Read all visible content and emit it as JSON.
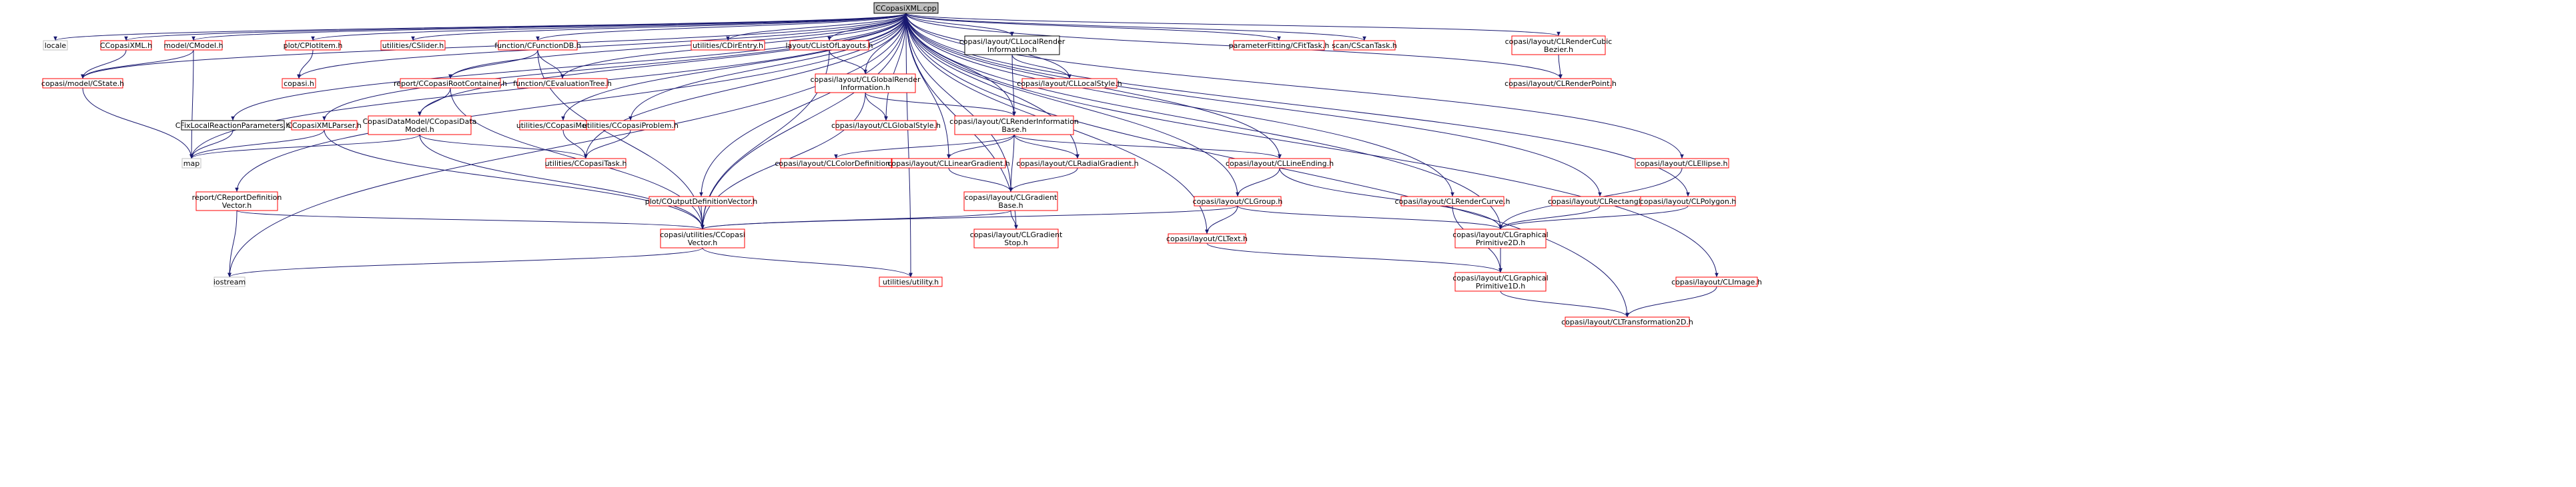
{
  "graph": {
    "colors": {
      "edge": "#191970",
      "node_red": "#ff0000",
      "node_gray": "#bfbfbf",
      "node_black": "#000000",
      "root_fill": "#bfbfbf"
    },
    "nodes": [
      {
        "id": "root",
        "label": "CCopasiXML.cpp",
        "border": "black",
        "fill": "root"
      },
      {
        "id": "locale",
        "label": "locale",
        "border": "gray"
      },
      {
        "id": "ccopasixml_h",
        "label": "CCopasiXML.h",
        "border": "red"
      },
      {
        "id": "model_cmodel",
        "label": "model/CModel.h",
        "border": "red"
      },
      {
        "id": "plot_cplotitem",
        "label": "plot/CPlotItem.h",
        "border": "red"
      },
      {
        "id": "util_cslider",
        "label": "utilities/CSlider.h",
        "border": "red"
      },
      {
        "id": "func_cfunctiondb",
        "label": "function/CFunctionDB.h",
        "border": "red"
      },
      {
        "id": "util_cdirentry",
        "label": "utilities/CDirEntry.h",
        "border": "red"
      },
      {
        "id": "layout_clistoflayouts",
        "label": "layout/CListOfLayouts.h",
        "border": "red"
      },
      {
        "id": "cl_localrenderinfo",
        "label": "copasi/layout/CLLocalRender\nInformation.h",
        "border": "black"
      },
      {
        "id": "paramfit",
        "label": "parameterFitting/CFitTask.h",
        "border": "red"
      },
      {
        "id": "scan_cscantask",
        "label": "scan/CScanTask.h",
        "border": "red"
      },
      {
        "id": "cl_rendercubic",
        "label": "copasi/layout/CLRenderCubic\nBezier.h",
        "border": "red"
      },
      {
        "id": "model_cstate",
        "label": "copasi/model/CState.h",
        "border": "red"
      },
      {
        "id": "copasi_h",
        "label": "copasi.h",
        "border": "red"
      },
      {
        "id": "report_ccopasirootcontainer",
        "label": "report/CCopasiRootContainer.h",
        "border": "red"
      },
      {
        "id": "func_cevaluationtree",
        "label": "function/CEvaluationTree.h",
        "border": "red"
      },
      {
        "id": "cl_globalrenderinfo",
        "label": "copasi/layout/CLGlobalRender\nInformation.h",
        "border": "red"
      },
      {
        "id": "cl_localstyle",
        "label": "copasi/layout/CLLocalStyle.h",
        "border": "red"
      },
      {
        "id": "cl_renderpoint",
        "label": "copasi/layout/CLRenderPoint.h",
        "border": "red"
      },
      {
        "id": "cfixlocal",
        "label": "CFixLocalReactionParameters.h",
        "border": "black"
      },
      {
        "id": "ccopasixmlparser",
        "label": "CCopasiXMLParser.h",
        "border": "red"
      },
      {
        "id": "copasidatamodel",
        "label": "CopasiDataModel/CCopasiData\nModel.h",
        "border": "red"
      },
      {
        "id": "util_ccopasimethod",
        "label": "utilities/CCopasiMethod.h",
        "border": "red"
      },
      {
        "id": "util_ccopasiproblem",
        "label": "utilities/CCopasiProblem.h",
        "border": "red"
      },
      {
        "id": "cl_globalstyle",
        "label": "copasi/layout/CLGlobalStyle.h",
        "border": "red"
      },
      {
        "id": "cl_renderinfobase",
        "label": "copasi/layout/CLRenderInformation\nBase.h",
        "border": "red"
      },
      {
        "id": "map",
        "label": "map",
        "border": "gray"
      },
      {
        "id": "util_ccopasitask",
        "label": "utilities/CCopasiTask.h",
        "border": "red"
      },
      {
        "id": "cl_colordef",
        "label": "copasi/layout/CLColorDefinition.h",
        "border": "red"
      },
      {
        "id": "cl_lineargradient",
        "label": "copasi/layout/CLLinearGradient.h",
        "border": "red"
      },
      {
        "id": "cl_radialgradient",
        "label": "copasi/layout/CLRadialGradient.h",
        "border": "red"
      },
      {
        "id": "cl_lineending",
        "label": "copasi/layout/CLLineEnding.h",
        "border": "red"
      },
      {
        "id": "cl_ellipse",
        "label": "copasi/layout/CLEllipse.h",
        "border": "red"
      },
      {
        "id": "report_creportdef",
        "label": "report/CReportDefinition\nVector.h",
        "border": "red"
      },
      {
        "id": "plot_coutputdef",
        "label": "plot/COutputDefinitionVector.h",
        "border": "red"
      },
      {
        "id": "cl_gradientbase",
        "label": "copasi/layout/CLGradient\nBase.h",
        "border": "red"
      },
      {
        "id": "cl_group",
        "label": "copasi/layout/CLGroup.h",
        "border": "red"
      },
      {
        "id": "cl_rendercurve",
        "label": "copasi/layout/CLRenderCurve.h",
        "border": "red"
      },
      {
        "id": "cl_rectangle",
        "label": "copasi/layout/CLRectangle.h",
        "border": "red"
      },
      {
        "id": "cl_polygon",
        "label": "copasi/layout/CLPolygon.h",
        "border": "red"
      },
      {
        "id": "copasivector",
        "label": "copasi/utilities/CCopasi\nVector.h",
        "border": "red"
      },
      {
        "id": "cl_gradientstop",
        "label": "copasi/layout/CLGradient\nStop.h",
        "border": "red"
      },
      {
        "id": "cl_text",
        "label": "copasi/layout/CLText.h",
        "border": "red"
      },
      {
        "id": "cl_graphprim2d",
        "label": "copasi/layout/CLGraphical\nPrimitive2D.h",
        "border": "red"
      },
      {
        "id": "iostream",
        "label": "iostream",
        "border": "gray"
      },
      {
        "id": "util_utility",
        "label": "utilities/utility.h",
        "border": "red"
      },
      {
        "id": "cl_graphprim1d",
        "label": "copasi/layout/CLGraphical\nPrimitive1D.h",
        "border": "red"
      },
      {
        "id": "cl_image",
        "label": "copasi/layout/CLImage.h",
        "border": "red"
      },
      {
        "id": "cl_transformation2d",
        "label": "copasi/layout/CLTransformation2D.h",
        "border": "red"
      }
    ],
    "edges": [
      [
        "root",
        "locale"
      ],
      [
        "root",
        "ccopasixml_h"
      ],
      [
        "root",
        "model_cmodel"
      ],
      [
        "root",
        "plot_cplotitem"
      ],
      [
        "root",
        "util_cslider"
      ],
      [
        "root",
        "func_cfunctiondb"
      ],
      [
        "root",
        "util_cdirentry"
      ],
      [
        "root",
        "layout_clistoflayouts"
      ],
      [
        "root",
        "cl_localrenderinfo"
      ],
      [
        "root",
        "paramfit"
      ],
      [
        "root",
        "scan_cscantask"
      ],
      [
        "root",
        "cl_rendercubic"
      ],
      [
        "root",
        "model_cstate"
      ],
      [
        "root",
        "copasi_h"
      ],
      [
        "root",
        "report_ccopasirootcontainer"
      ],
      [
        "root",
        "func_cevaluationtree"
      ],
      [
        "root",
        "cl_globalrenderinfo"
      ],
      [
        "root",
        "cl_localstyle"
      ],
      [
        "root",
        "cl_renderpoint"
      ],
      [
        "root",
        "cfixlocal"
      ],
      [
        "root",
        "ccopasixmlparser"
      ],
      [
        "root",
        "copasidatamodel"
      ],
      [
        "root",
        "util_ccopasimethod"
      ],
      [
        "root",
        "util_ccopasiproblem"
      ],
      [
        "root",
        "cl_globalstyle"
      ],
      [
        "root",
        "cl_renderinfobase"
      ],
      [
        "root",
        "map"
      ],
      [
        "root",
        "util_ccopasitask"
      ],
      [
        "root",
        "cl_lineargradient"
      ],
      [
        "root",
        "cl_radialgradient"
      ],
      [
        "root",
        "cl_lineending"
      ],
      [
        "root",
        "cl_ellipse"
      ],
      [
        "root",
        "report_creportdef"
      ],
      [
        "root",
        "plot_coutputdef"
      ],
      [
        "root",
        "cl_gradientbase"
      ],
      [
        "root",
        "cl_group"
      ],
      [
        "root",
        "cl_rendercurve"
      ],
      [
        "root",
        "cl_rectangle"
      ],
      [
        "root",
        "cl_polygon"
      ],
      [
        "root",
        "copasivector"
      ],
      [
        "root",
        "cl_gradientstop"
      ],
      [
        "root",
        "cl_text"
      ],
      [
        "root",
        "cl_graphprim2d"
      ],
      [
        "root",
        "iostream"
      ],
      [
        "root",
        "util_utility"
      ],
      [
        "root",
        "cl_image"
      ],
      [
        "root",
        "cl_transformation2d"
      ],
      [
        "model_cmodel",
        "model_cstate"
      ],
      [
        "model_cmodel",
        "map"
      ],
      [
        "ccopasixml_h",
        "model_cstate"
      ],
      [
        "plot_cplotitem",
        "copasi_h"
      ],
      [
        "func_cfunctiondb",
        "report_ccopasirootcontainer"
      ],
      [
        "func_cfunctiondb",
        "func_cevaluationtree"
      ],
      [
        "func_cfunctiondb",
        "copasivector"
      ],
      [
        "layout_clistoflayouts",
        "cl_globalrenderinfo"
      ],
      [
        "layout_clistoflayouts",
        "copasivector"
      ],
      [
        "cl_localrenderinfo",
        "cl_localstyle"
      ],
      [
        "cl_localrenderinfo",
        "cl_renderinfobase"
      ],
      [
        "cl_rendercubic",
        "cl_renderpoint"
      ],
      [
        "model_cstate",
        "map"
      ],
      [
        "report_ccopasirootcontainer",
        "copasidatamodel"
      ],
      [
        "report_ccopasirootcontainer",
        "copasivector"
      ],
      [
        "cl_globalrenderinfo",
        "cl_globalstyle"
      ],
      [
        "cl_globalrenderinfo",
        "cl_renderinfobase"
      ],
      [
        "cl_globalrenderinfo",
        "copasivector"
      ],
      [
        "cfixlocal",
        "map"
      ],
      [
        "ccopasixmlparser",
        "map"
      ],
      [
        "ccopasixmlparser",
        "copasivector"
      ],
      [
        "copasidatamodel",
        "map"
      ],
      [
        "copasidatamodel",
        "util_ccopasitask"
      ],
      [
        "copasidatamodel",
        "copasivector"
      ],
      [
        "util_ccopasimethod",
        "util_ccopasitask"
      ],
      [
        "util_ccopasiproblem",
        "util_ccopasitask"
      ],
      [
        "cl_renderinfobase",
        "cl_colordef"
      ],
      [
        "cl_renderinfobase",
        "cl_lineargradient"
      ],
      [
        "cl_renderinfobase",
        "cl_radialgradient"
      ],
      [
        "cl_renderinfobase",
        "cl_lineending"
      ],
      [
        "cl_renderinfobase",
        "cl_gradientbase"
      ],
      [
        "cl_lineargradient",
        "cl_gradientbase"
      ],
      [
        "cl_radialgradient",
        "cl_gradientbase"
      ],
      [
        "cl_lineending",
        "cl_group"
      ],
      [
        "cl_lineending",
        "cl_graphprim2d"
      ],
      [
        "cl_ellipse",
        "cl_graphprim2d"
      ],
      [
        "report_creportdef",
        "copasivector"
      ],
      [
        "report_creportdef",
        "iostream"
      ],
      [
        "plot_coutputdef",
        "copasivector"
      ],
      [
        "cl_gradientbase",
        "copasivector"
      ],
      [
        "cl_gradientbase",
        "cl_gradientstop"
      ],
      [
        "cl_group",
        "copasivector"
      ],
      [
        "cl_group",
        "cl_text"
      ],
      [
        "cl_group",
        "cl_graphprim2d"
      ],
      [
        "cl_rendercurve",
        "cl_graphprim1d"
      ],
      [
        "cl_rectangle",
        "cl_graphprim2d"
      ],
      [
        "cl_polygon",
        "cl_graphprim2d"
      ],
      [
        "copasivector",
        "iostream"
      ],
      [
        "copasivector",
        "util_utility"
      ],
      [
        "cl_text",
        "cl_graphprim1d"
      ],
      [
        "cl_graphprim2d",
        "cl_graphprim1d"
      ],
      [
        "cl_graphprim1d",
        "cl_transformation2d"
      ],
      [
        "cl_image",
        "cl_transformation2d"
      ]
    ]
  }
}
